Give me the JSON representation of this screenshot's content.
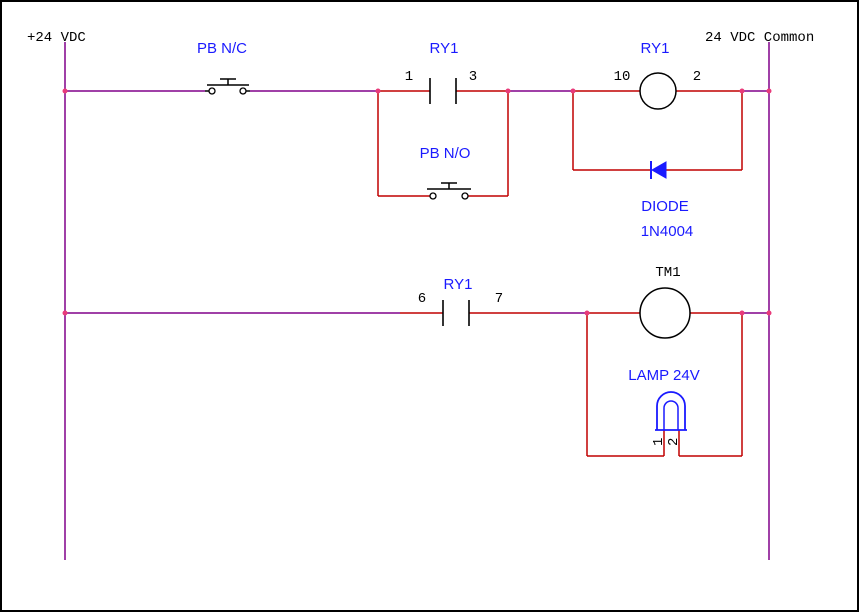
{
  "colors": {
    "rail": "#80008a",
    "wire": "#80008a",
    "wire_red": "#c00000",
    "wire_pink": "#e83b7a",
    "symbol": "#000000",
    "label_blue": "#1a1aff",
    "terminal_black": "#000000",
    "frame": "#000000"
  },
  "rails": {
    "left_label": "+24 VDC",
    "right_label": "24 VDC Common"
  },
  "rung1": {
    "pb_nc_label": "PB N/C",
    "ry1_contact_label": "RY1",
    "ry1_contact_pin_left": "1",
    "ry1_contact_pin_right": "3",
    "pb_no_label": "PB N/O",
    "ry1_coil_label": "RY1",
    "ry1_coil_pin_left": "10",
    "ry1_coil_pin_right": "2",
    "diode_label": "DIODE",
    "diode_part": "1N4004"
  },
  "rung2": {
    "ry1_contact_label": "RY1",
    "ry1_contact_pin_left": "6",
    "ry1_contact_pin_right": "7",
    "tm1_label": "TM1",
    "lamp_label": "LAMP 24V",
    "lamp_pin_left": "1",
    "lamp_pin_right": "2"
  }
}
